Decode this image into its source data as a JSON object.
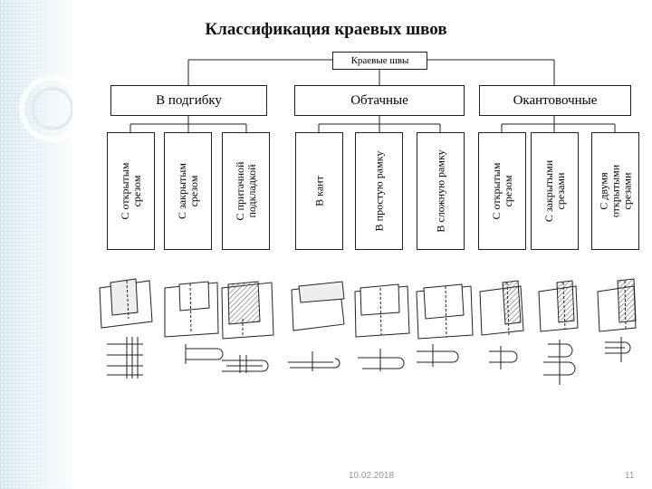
{
  "title": "Классификация краевых швов",
  "root": "Краевые швы",
  "groups": [
    "В подгибку",
    "Обтачные",
    "Окантовочные"
  ],
  "leaves": [
    "С открытым\nсрезом",
    "С закрытым\nсрезом",
    "С притачной\nподкладкой",
    "В кант",
    "В простую рамку",
    "В сложную рамку",
    "С открытым\nсрезом",
    "С закрытыми\nсрезами",
    "С двумя\nоткрытыми\nсрезами"
  ],
  "footer": {
    "date": "10.02.2018",
    "page": "11"
  },
  "colors": {
    "line": "#222222",
    "hatch": "#555555",
    "sidebar": "#cfe3f0"
  }
}
